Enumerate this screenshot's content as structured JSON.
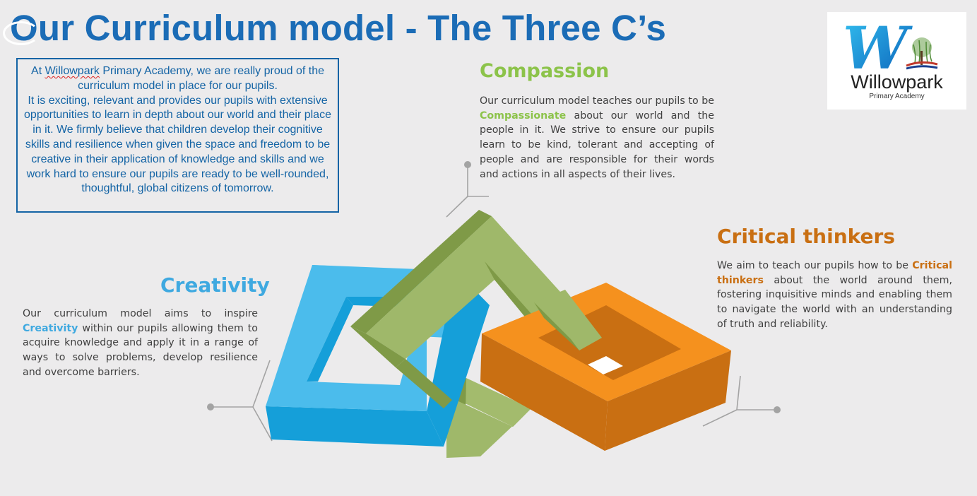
{
  "title": "Our Curriculum model - The Three C’s",
  "intro": {
    "school": "Willowpark",
    "line_start": "At ",
    "line_rest": " Primary Academy, we are really proud of the curriculum model in place for our pupils.",
    "paragraph": "It is exciting, relevant and provides our pupils with extensive opportunities to learn in depth about our world and their place in it. We firmly believe that children develop their cognitive skills and resilience when given the space and freedom to be creative in their application of knowledge and skills and we work hard to ensure our pupils are ready to be well-rounded,  thoughtful,  global citizens of tomorrow."
  },
  "logo": {
    "letter": "W",
    "name": "Willowpark",
    "subtitle": "Primary Academy"
  },
  "compassion": {
    "heading": "Compassion",
    "text_before": "Our curriculum model teaches our pupils to be ",
    "keyword": "Compassionate",
    "text_after": " about our world and the people in it. We strive to ensure our pupils learn to be kind, tolerant and accepting of people and are responsible for their words and actions in all aspects of their lives."
  },
  "critical": {
    "heading": "Critical thinkers",
    "text_before": "We aim to teach our pupils how to be ",
    "keyword": "Critical thinkers",
    "text_after": " about the world around them, fostering inquisitive minds and enabling them to navigate the world with  an understanding of truth and reliability."
  },
  "creativity": {
    "heading": "Creativity",
    "text_before": "Our curriculum model aims to inspire ",
    "keyword": "Creativity",
    "text_after": " within our pupils allowing them to acquire knowledge and apply it in a range of ways to solve problems, develop resilience and overcome barriers."
  },
  "colors": {
    "title": "#1b6cb6",
    "intro_border": "#1464a5",
    "compassion": "#8cc34a",
    "critical": "#c96f12",
    "creativity": "#3fa9e0",
    "blue_ring": "#4bbcec",
    "green_ring": "#9fb86a",
    "orange_ring": "#f5911e"
  }
}
